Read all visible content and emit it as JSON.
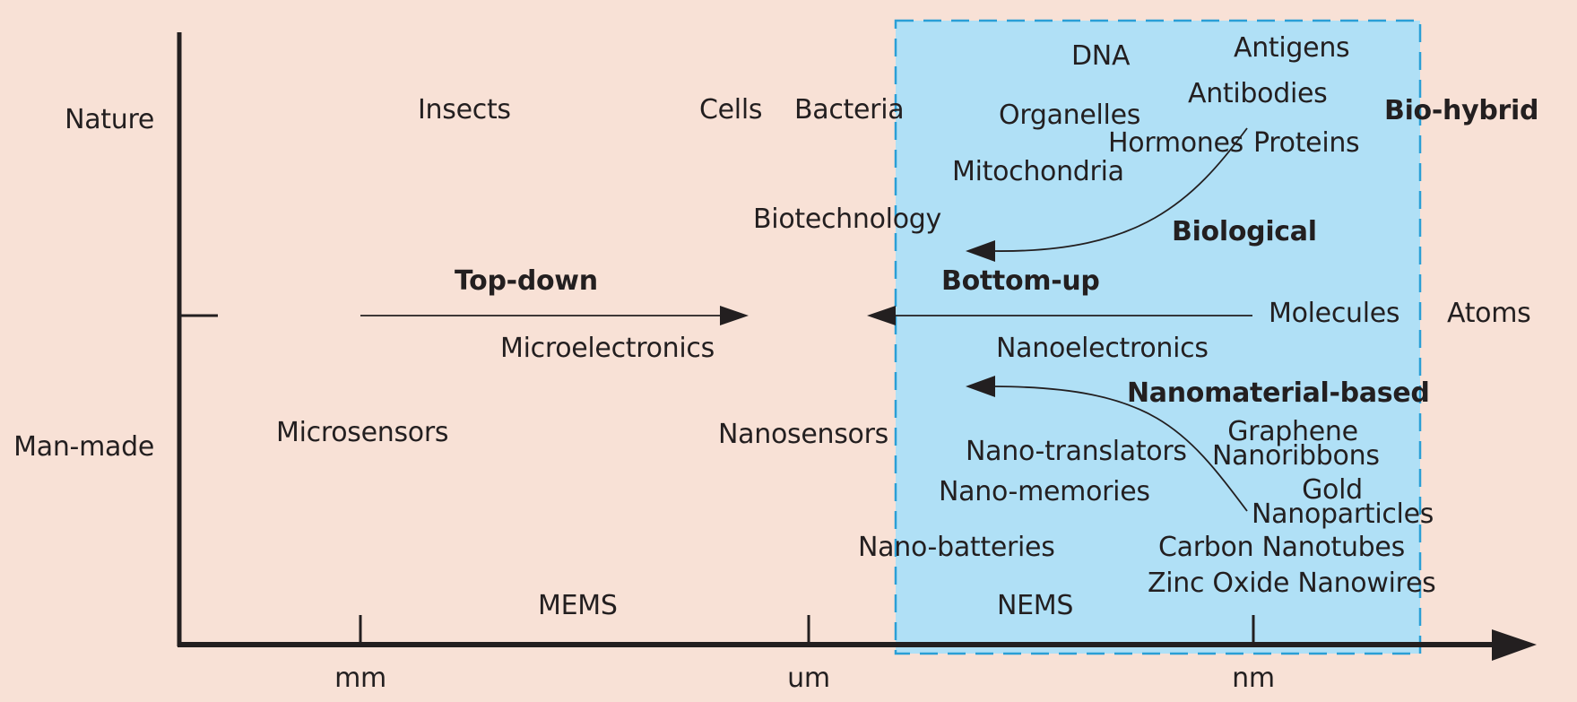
{
  "colors": {
    "background": "#f8e1d6",
    "nano_region_fill": "#b0e0f6",
    "nano_region_border": "#2a9fd6",
    "ink": "#231f20"
  },
  "axes": {
    "y_labels": {
      "nature": "Nature",
      "man_made": "Man-made"
    },
    "x_ticks": {
      "mm": "mm",
      "um": "um",
      "nm": "nm"
    }
  },
  "directions": {
    "top_down": "Top-down",
    "bottom_up": "Bottom-up",
    "biological": "Biological",
    "nanomaterial_based": "Nanomaterial-based",
    "bio_hybrid": "Bio-hybrid"
  },
  "nature_items": {
    "insects": "Insects",
    "cells": "Cells",
    "bacteria": "Bacteria",
    "dna": "DNA",
    "antigens": "Antigens",
    "antibodies": "Antibodies",
    "organelles": "Organelles",
    "hormones": "Hormones",
    "proteins": "Proteins",
    "mitochondria": "Mitochondria",
    "biotechnology": "Biotechnology"
  },
  "scale_items": {
    "molecules": "Molecules",
    "atoms": "Atoms"
  },
  "man_made_items": {
    "microelectronics": "Microelectronics",
    "nanoelectronics": "Nanoelectronics",
    "microsensors": "Microsensors",
    "nanosensors": "Nanosensors",
    "nano_translators": "Nano-translators",
    "nano_memories": "Nano-memories",
    "nano_batteries": "Nano-batteries",
    "graphene_line1": "Graphene",
    "graphene_line2": "Nanoribbons",
    "gold_line1": "Gold",
    "gold_line2": "Nanoparticles",
    "carbon_nanotubes": "Carbon Nanotubes",
    "zinc_oxide": "Zinc Oxide Nanowires",
    "mems": "MEMS",
    "nems": "NEMS"
  }
}
